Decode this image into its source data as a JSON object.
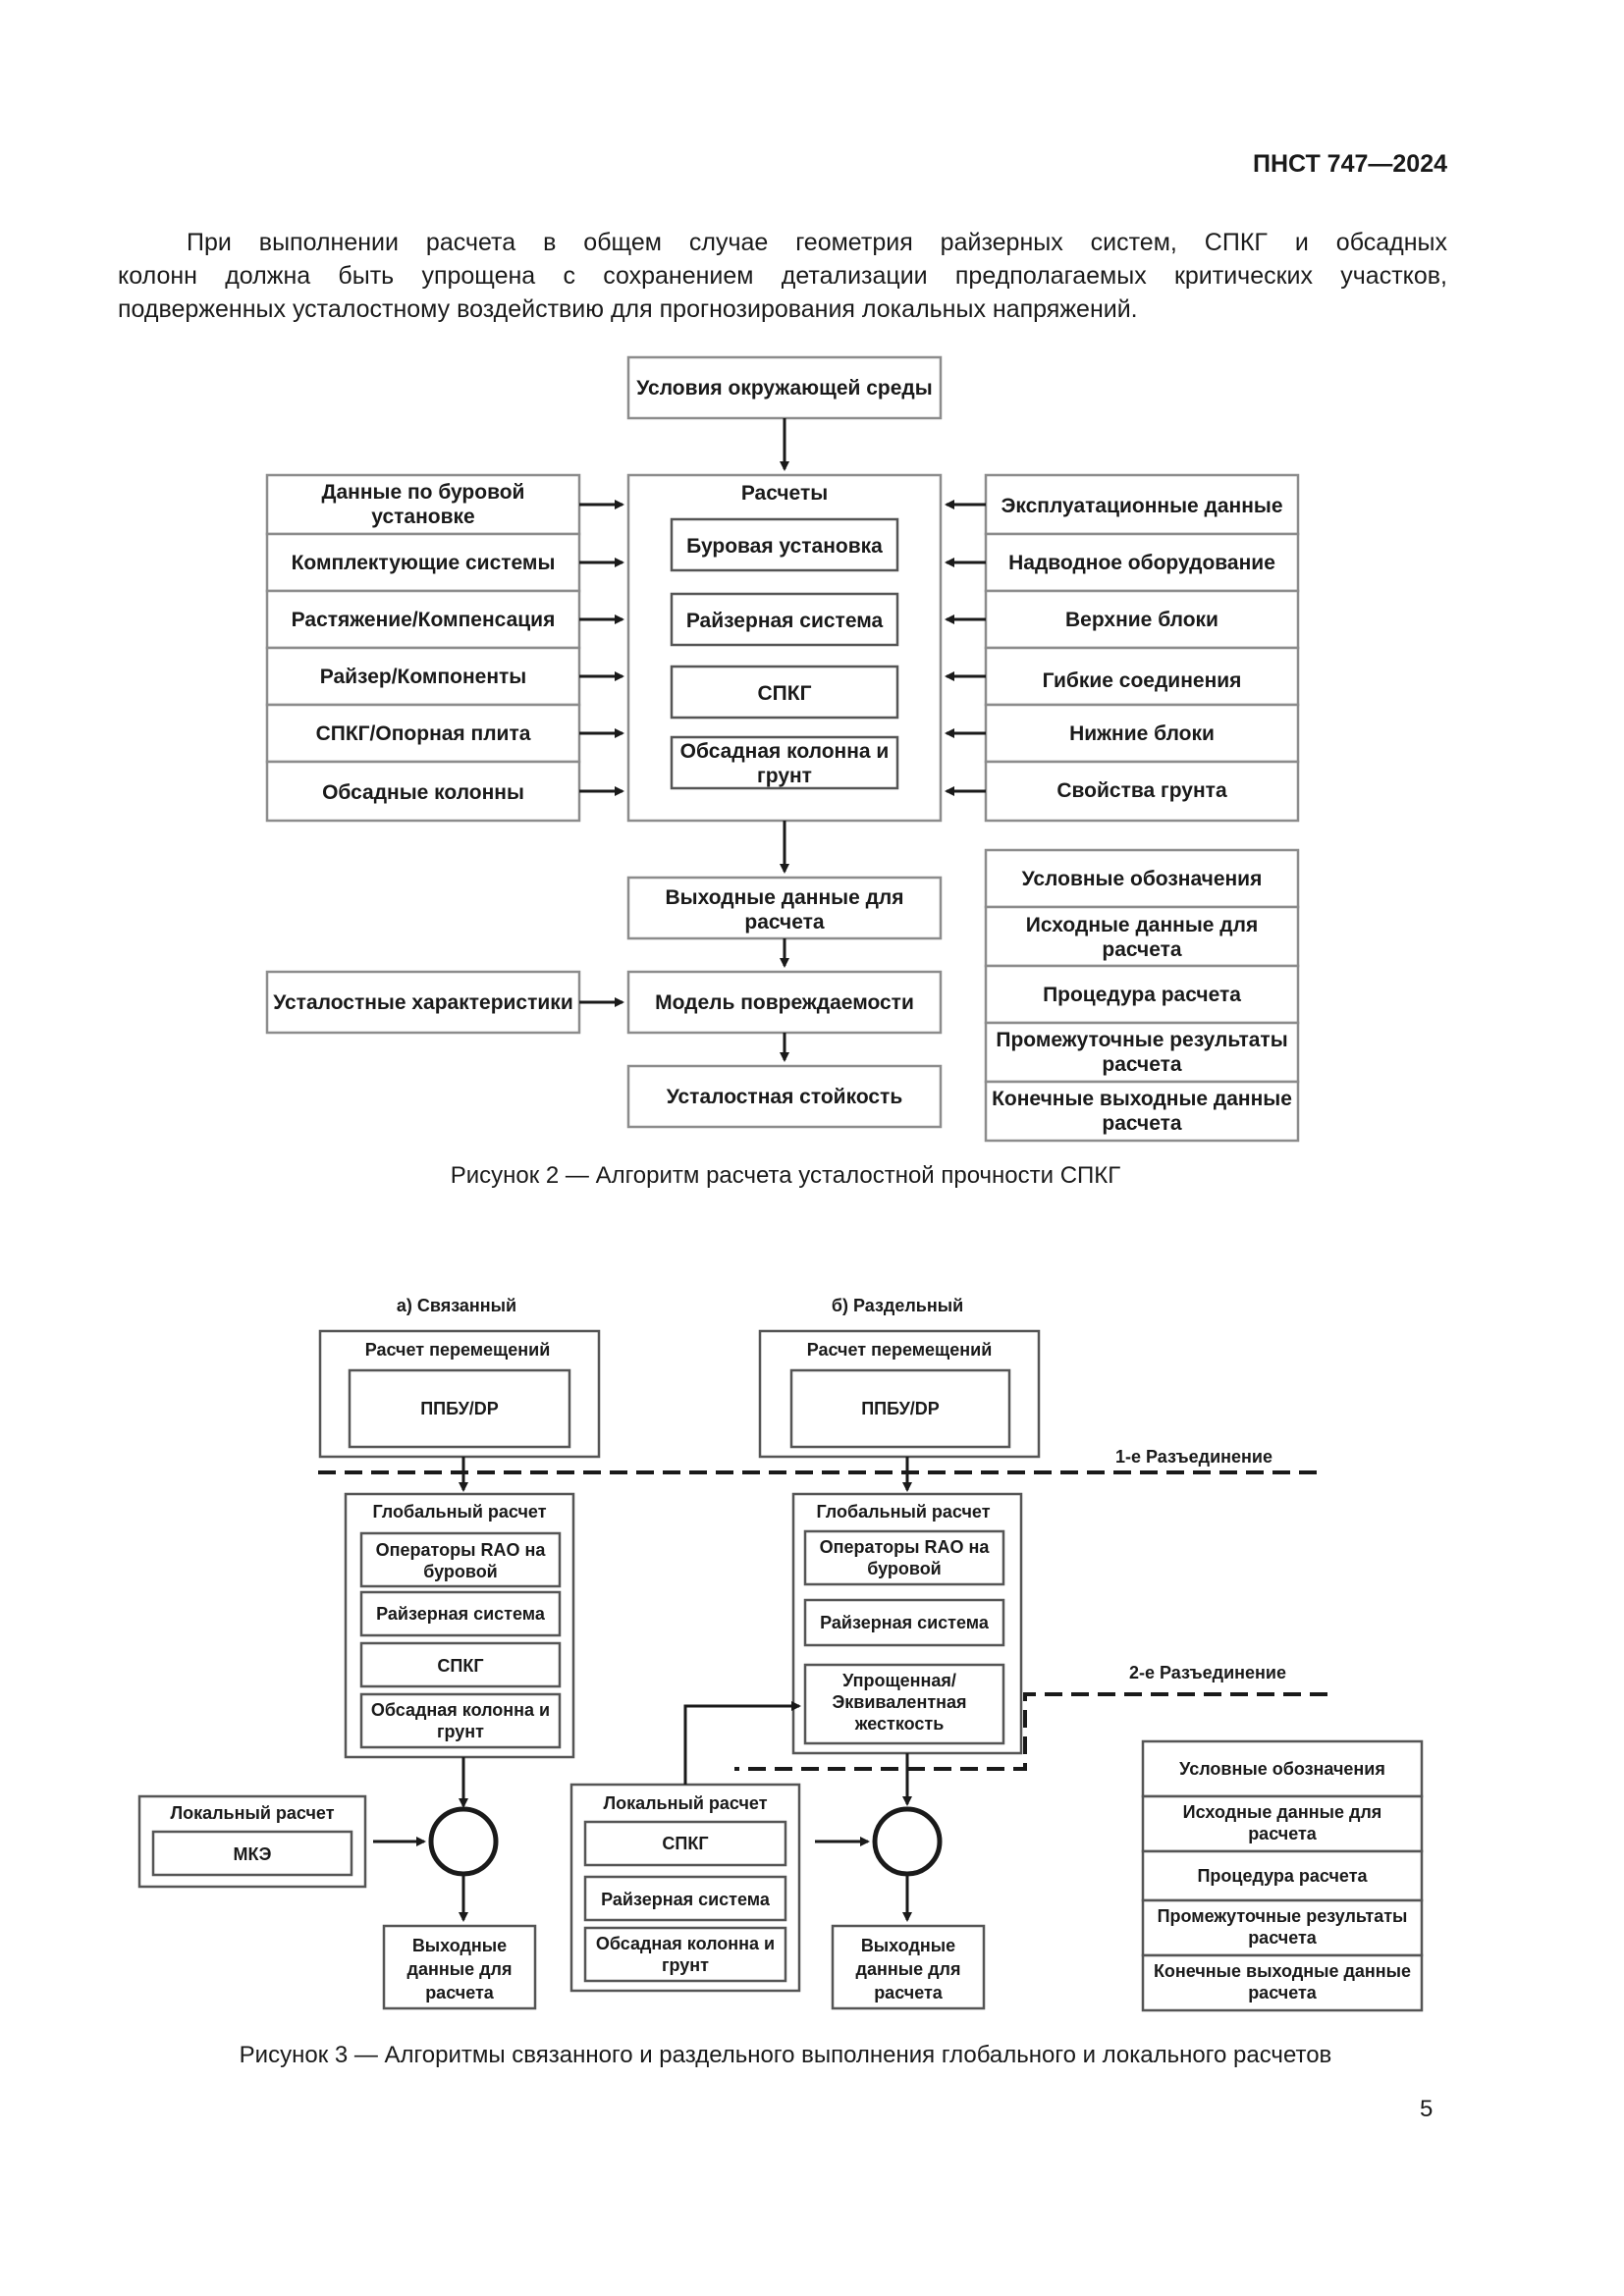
{
  "header": {
    "doc_id": "ПНСТ 747—2024"
  },
  "paragraph": {
    "lines": [
      "При выполнении расчета в общем случае геометрия райзерных систем, СПКГ и обсадных",
      "колонн должна быть упрощена с сохранением детализации предполагаемых критических участков,",
      "подверженных усталостному воздействию для прогнозирования локальных напряжений."
    ]
  },
  "figure2": {
    "env": "Условия окружающей среды",
    "calc_title": "Расчеты",
    "calc_items": [
      "Буровая установка",
      "Райзерная система",
      "СПКГ"
    ],
    "calc_item4": [
      "Обсадная колонна и",
      "грунт"
    ],
    "left_first": [
      "Данные по буровой",
      "установке"
    ],
    "left": [
      "Комплектующие системы",
      "Растяжение/Компенсация",
      "Райзер/Компоненты",
      "СПКГ/Опорная плита",
      "Обсадные колонны"
    ],
    "right": [
      "Эксплуатационные данные",
      "Надводное оборудование",
      "Верхние блоки",
      "Гибкие соединения",
      "Нижние блоки",
      "Свойства грунта"
    ],
    "output": [
      "Выходные данные для",
      "расчета"
    ],
    "fatigue_props": "Усталостные характеристики",
    "damage_model": "Модель повреждаемости",
    "fatigue_life": "Усталостная стойкость",
    "legend": {
      "title": "Условные обозначения",
      "input": [
        "Исходные данные для",
        "расчета"
      ],
      "procedure": "Процедура расчета",
      "intermediate": [
        "Промежуточные результаты",
        "расчета"
      ],
      "final": [
        "Конечные выходные данные",
        "расчета"
      ]
    },
    "caption": "Рисунок 2 — Алгоритм расчета усталостной прочности СПКГ"
  },
  "figure3": {
    "coupled": {
      "title": "а) Связанный",
      "displacement": "Расчет перемещений",
      "vessel": "ППБУ/DP",
      "global": "Глобальный расчет",
      "rao": [
        "Операторы RAO на",
        "буровой"
      ],
      "riser": "Райзерная система",
      "bop": "СПКГ",
      "casing": [
        "Обсадная колонна и",
        "грунт"
      ],
      "local": "Локальный расчет",
      "fem": "МКЭ",
      "output": [
        "Выходные",
        "данные для",
        "расчета"
      ]
    },
    "decoupled": {
      "title": "б) Раздельный",
      "displacement": "Расчет перемещений",
      "vessel": "ППБУ/DP",
      "global": "Глобальный расчет",
      "rao": [
        "Операторы RAO на",
        "буровой"
      ],
      "riser": "Райзерная система",
      "simplified": [
        "Упрощенная/",
        "Эквивалентная",
        "жесткость"
      ],
      "local": "Локальный расчет",
      "bop": "СПКГ",
      "riser_local": "Райзерная система",
      "casing": [
        "Обсадная колонна и",
        "грунт"
      ],
      "output": [
        "Выходные",
        "данные для",
        "расчета"
      ]
    },
    "split1": "1-е Разъединение",
    "split2": "2-е Разъединение",
    "legend": {
      "title": "Условные обозначения",
      "input": [
        "Исходные данные для",
        "расчета"
      ],
      "procedure": "Процедура расчета",
      "intermediate": [
        "Промежуточные результаты",
        "расчета"
      ],
      "final": [
        "Конечные выходные данные",
        "расчета"
      ]
    },
    "caption": "Рисунок 3 — Алгоритмы связанного и раздельного выполнения глобального и локального расчетов"
  },
  "page_number": "5"
}
